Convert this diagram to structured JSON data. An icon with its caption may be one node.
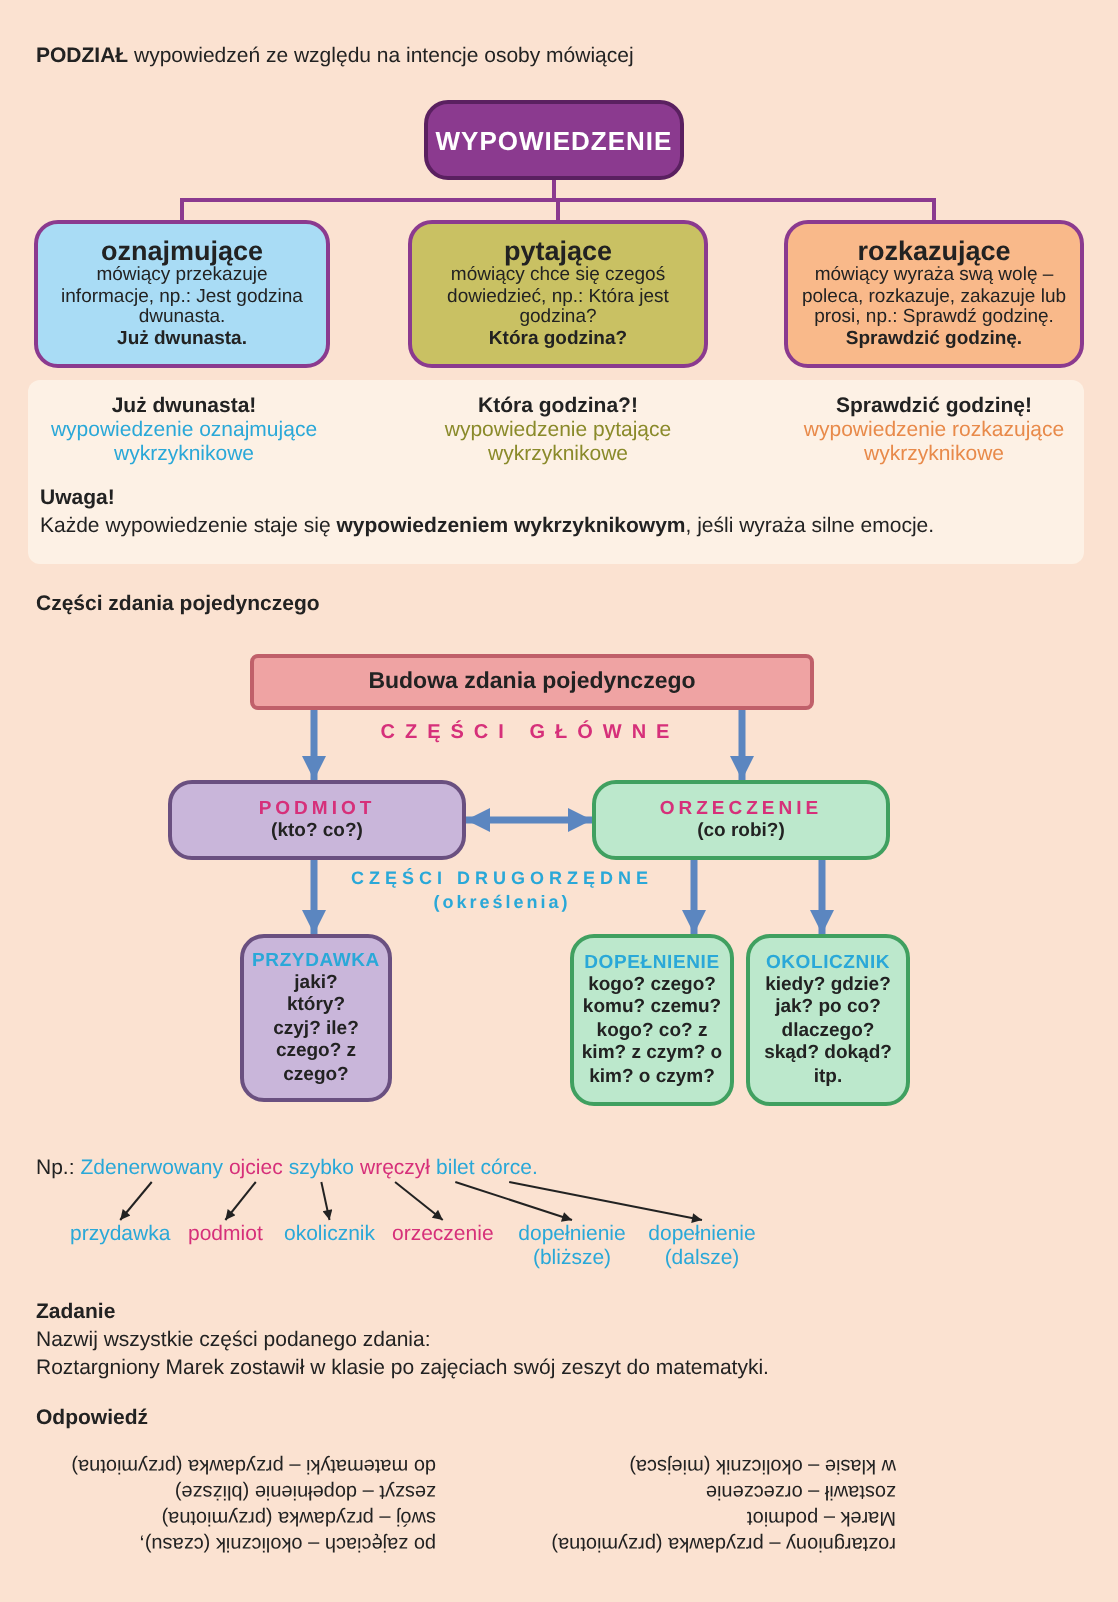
{
  "diagram": {
    "title": "**PODZIAŁ** wypowiedzeń ze względu na intencje osoby mówiącej",
    "nodes": [
      {
        "text": [
          "WYPOWIEDZENIE"
        ]
      },
      {
        "text": [
          "oznajmujące",
          "mówiący przekazuje informacje, np.: Jest godzina dwunasta.",
          "Już dwunasta."
        ]
      },
      {
        "text": [
          "pytające",
          "mówiący chce się czegoś dowiedzieć, np.: Która jest godzina?",
          "Która godzina?"
        ]
      },
      {
        "text": [
          "rozkazujące",
          "mówiący wyraża swą wolę – poleca, rozkazuje, zakazuje lub prosi, np.: Sprawdź godzinę.",
          "Sprawdzić godzinę."
        ]
      },
      {
        "text": [
          "Budowa zdania pojedynczego"
        ]
      },
      {
        "text": [
          "PODMIOT",
          "(kto? co?)"
        ]
      },
      {
        "text": [
          "ORZECZENIE",
          "(co robi?)"
        ]
      },
      {
        "text": [
          "PRZYDAWKA",
          "jaki? który? czyj? ile? czego? z czego?"
        ]
      },
      {
        "text": [
          "DOPEŁNIENIE",
          "kogo? czego? komu? czemu? kogo? co? z kim? z czym? o kim? o czym?"
        ]
      },
      {
        "text": [
          "OKOLICZNIK",
          "kiedy? gdzie? jak? po co? dlaczego? skąd? dokąd? itp."
        ]
      },
      {
        "text": [
          "Zdenerwowany"
        ]
      },
      {
        "text": [
          "ojciec"
        ]
      },
      {
        "text": [
          "szybko"
        ]
      },
      {
        "text": [
          "wręczył"
        ]
      },
      {
        "text": [
          "bilet"
        ]
      },
      {
        "text": [
          "córce."
        ]
      },
      {
        "text": [
          "przydawka"
        ]
      },
      {
        "text": [
          "podmiot"
        ]
      },
      {
        "text": [
          "okolicznik"
        ]
      },
      {
        "text": [
          "orzeczenie"
        ]
      },
      {
        "text": [
          "dopełnienie (bliższe)"
        ]
      },
      {
        "text": [
          "dopełnienie (dalsze)"
        ]
      }
    ],
    "edges": [
      {
        "from": 0,
        "to": 1,
        "arrow": "none",
        "color": "#8b3a8f"
      },
      {
        "from": 0,
        "to": 2,
        "arrow": "none",
        "color": "#8b3a8f"
      },
      {
        "from": 0,
        "to": 3,
        "arrow": "none",
        "color": "#8b3a8f"
      },
      {
        "from": 4,
        "to": 5,
        "arrow": "to"
      },
      {
        "from": 4,
        "to": 6,
        "arrow": "to"
      },
      {
        "from": 5,
        "to": 6,
        "arrow": "both"
      },
      {
        "from": 5,
        "to": 7,
        "arrow": "to"
      },
      {
        "from": 6,
        "to": 8,
        "arrow": "to"
      },
      {
        "from": 6,
        "to": 9,
        "arrow": "to"
      },
      {
        "from": 10,
        "to": 16,
        "arrow": "to",
        "color": "#222222"
      },
      {
        "from": 11,
        "to": 17,
        "arrow": "to",
        "color": "#222222"
      },
      {
        "from": 12,
        "to": 18,
        "arrow": "to",
        "color": "#222222"
      },
      {
        "from": 13,
        "to": 19,
        "arrow": "to",
        "color": "#222222"
      },
      {
        "from": 14,
        "to": 20,
        "arrow": "to",
        "color": "#222222"
      },
      {
        "from": 15,
        "to": 21,
        "arrow": "to",
        "color": "#222222"
      }
    ],
    "labels": [
      "Już dwunasta!",
      "Która godzina?!",
      "Sprawdzić godzinę!",
      "wypowiedzenie oznajmujące wykrzyknikowe",
      "wypowiedzenie pytające wykrzyknikowe",
      "wypowiedzenie rozkazujące wykrzyknikowe",
      "Uwaga!",
      "Każde wypowiedzenie staje się **wypowiedzeniem wykrzyknikowym**, jeśli wyraża silne emocje.",
      "Części zdania pojedynczego",
      "CZĘŚCI GŁÓWNE",
      "CZĘŚCI DRUGORZĘDNE",
      "(określenia)",
      "Np.:",
      "Zadanie",
      "Nazwij wszystkie części podanego zdania:",
      "Roztargniony Marek zostawił w klasie po zajęciach swój zeszyt do matematyki.",
      "Odpowiedź",
      "roztargniony – przydawka (przymiotna)",
      "Marek – podmiot",
      "zostawił – orzeczenie",
      "w klasie – okolicznik (miejsca)",
      "po zajęciach – okolicznik (czasu),",
      "swój – przydawka (przymiotna)",
      "zeszyt – dopełnienie (bliższe)",
      "do matematyki – przydawka (przymiotna)"
    ]
  }
}
